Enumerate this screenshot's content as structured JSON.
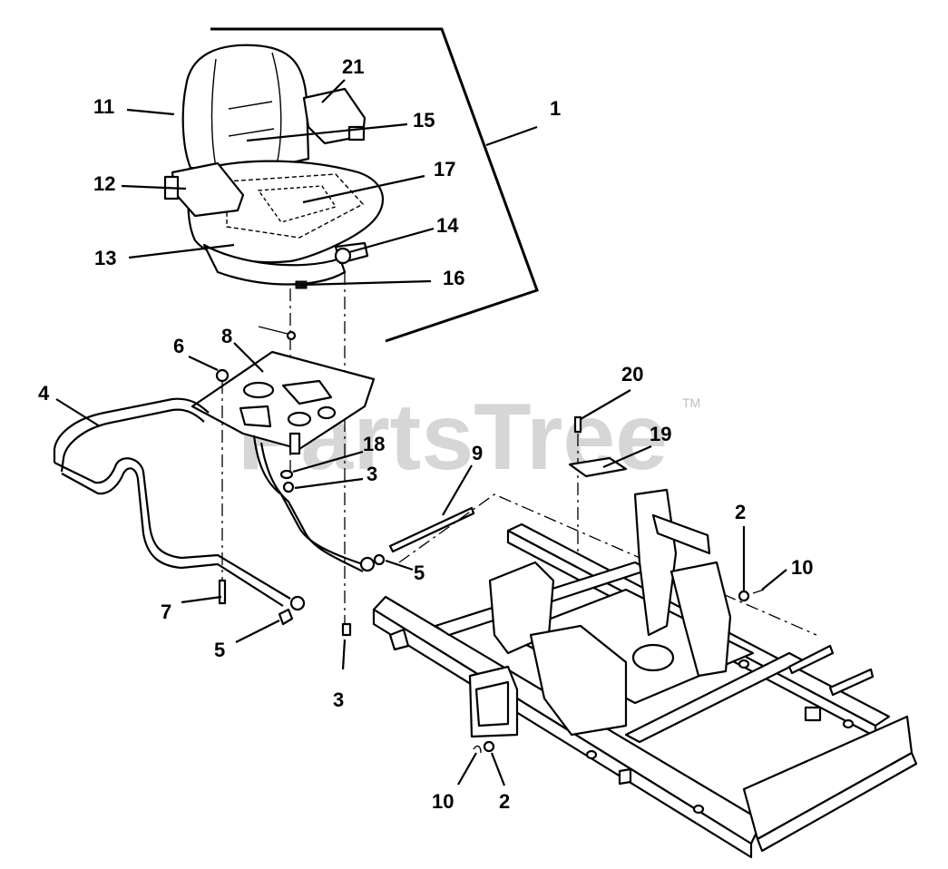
{
  "watermark": {
    "text": "PartsTree",
    "trademark": "TM"
  },
  "callouts": [
    {
      "id": "c1",
      "text": "1"
    },
    {
      "id": "c2a",
      "text": "2"
    },
    {
      "id": "c2b",
      "text": "2"
    },
    {
      "id": "c3a",
      "text": "3"
    },
    {
      "id": "c3b",
      "text": "3"
    },
    {
      "id": "c4",
      "text": "4"
    },
    {
      "id": "c5a",
      "text": "5"
    },
    {
      "id": "c5b",
      "text": "5"
    },
    {
      "id": "c6",
      "text": "6"
    },
    {
      "id": "c7",
      "text": "7"
    },
    {
      "id": "c8",
      "text": "8"
    },
    {
      "id": "c9",
      "text": "9"
    },
    {
      "id": "c10a",
      "text": "10"
    },
    {
      "id": "c10b",
      "text": "10"
    },
    {
      "id": "c11",
      "text": "11"
    },
    {
      "id": "c12",
      "text": "12"
    },
    {
      "id": "c13",
      "text": "13"
    },
    {
      "id": "c14",
      "text": "14"
    },
    {
      "id": "c15",
      "text": "15"
    },
    {
      "id": "c16",
      "text": "16"
    },
    {
      "id": "c17",
      "text": "17"
    },
    {
      "id": "c18",
      "text": "18"
    },
    {
      "id": "c19",
      "text": "19"
    },
    {
      "id": "c20",
      "text": "20"
    },
    {
      "id": "c21",
      "text": "21"
    }
  ]
}
